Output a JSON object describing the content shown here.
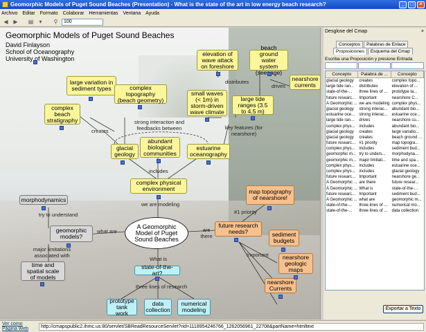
{
  "window": {
    "title": "Geomorphic Models of Puget Sound Beaches (Presentation) - What is the state of the art in low energy beach research?"
  },
  "menu": [
    "Archivo",
    "Editar",
    "Formato",
    "Colaborar",
    "Herramientas",
    "Ventana",
    "Ayuda"
  ],
  "toolbar": {
    "zoom": "100"
  },
  "map": {
    "title": "Geomorphic Models of Puget Sound Beaches",
    "author": [
      "David Finlayson",
      "School of Oceanography",
      "University of Washington"
    ],
    "nodes": {
      "sediment": "large variation in sediment types",
      "topography": "complex topography (beach geometry)",
      "stratigraphy": "complex beach stratigraphy",
      "glacial": "glacial geology",
      "biological": "abundant biological communities",
      "estuarine": "estuarine oceanography",
      "elevation": "elevation of wave attack on foreshore",
      "groundwater": "beach ground water system (seepage)",
      "currents_top": "nearshore currents",
      "small_waves": "small waves (< 1m) in storm-driven wave climate",
      "tide": "large tide ranges (3.5 to 4.5 m)",
      "physical": "complex physical environment",
      "morpho": "morphodynamics",
      "models": "geomorphic models?",
      "scale": "time and spatial scale of models",
      "central": "A Geomorphic Model of Puget Sound Beaches",
      "map_topo": "map topography of nearshore!",
      "research": "future research needs?",
      "sediment_budgets": "sediment budgets",
      "geologic_maps": "nearshore geologic maps",
      "currents_bottom": "nearshore Currents",
      "state": "state-of-the-art?",
      "tank": "prototype tank work",
      "data": "data collection",
      "numerical": "numerical modeling"
    },
    "links": {
      "distributes": "distributes",
      "drives": "drives",
      "creates": "creates",
      "interaction": "strong interaction and feedbacks between",
      "key": "key features (for nearshore)",
      "includes": "includes",
      "modeling": "we are modeling",
      "understand": "try to understand",
      "what_are": "what are",
      "limitations": "major limitations associated with",
      "are_there": "are there",
      "priority": "#1 priority",
      "important": "Important",
      "what_is": "What is",
      "three_lines": "three lines of research"
    }
  },
  "panel": {
    "title": "Desglose del Cmap",
    "tabs_top": [
      "Conceptos",
      "Palabras de Enlace"
    ],
    "tabs_bottom": [
      "Proposiciones",
      "Esquema del Cmap"
    ],
    "prop_label": "Escriba una Proposición y presione Entrada",
    "columns": [
      "Concepto",
      "Palabra de ...",
      "Concepto"
    ],
    "rows": [
      [
        "glacial geology",
        "creates",
        "complex topo..."
      ],
      [
        "large tide ran...",
        "distributes",
        "elevation of ..."
      ],
      [
        "state-of-the-...",
        "three lines of ...",
        "prototype ta..."
      ],
      [
        "future researc...",
        "Important",
        "nearshore C..."
      ],
      [
        "A Geomorphic ...",
        "we are modeling",
        "complex phys..."
      ],
      [
        "glacial geology",
        "strong interac...",
        "abundant bio..."
      ],
      [
        "estuarine oce...",
        "strong interac...",
        "estuarine oce..."
      ],
      [
        "large tide ran...",
        "drives",
        "nearshore cu..."
      ],
      [
        "complex phys...",
        "includes",
        "abundant bio..."
      ],
      [
        "glacial geology",
        "creates",
        "large variatio..."
      ],
      [
        "glacial geology",
        "creates",
        "beach ground ..."
      ],
      [
        "future researc...",
        "#1 priority",
        "map topogra..."
      ],
      [
        "complex phys...",
        "includes",
        "sediment bud..."
      ],
      [
        "geomorphic m...",
        "try to unders...",
        "morphodyna..."
      ],
      [
        "geomorphic m...",
        "major limitati...",
        "time and spa..."
      ],
      [
        "complex phys...",
        "includes",
        "estuarine oce..."
      ],
      [
        "complex phys...",
        "includes",
        "glacial geology"
      ],
      [
        "future researc...",
        "Important",
        "nearshore ge..."
      ],
      [
        "A Geomorphic ...",
        "are there",
        "future resear..."
      ],
      [
        "A Geomorphic ...",
        "What is",
        "state-of-the-..."
      ],
      [
        "future researc...",
        "Important",
        "sediment bud..."
      ],
      [
        "A Geomorphic ...",
        "what are",
        "geomorphic m..."
      ],
      [
        "state-of-the-...",
        "three lines of ...",
        "numerical mo..."
      ],
      [
        "state-of-the-...",
        "three lines of ...",
        "data collection"
      ]
    ],
    "export_label": "Exportar a Texto"
  },
  "status": {
    "web_label": "Ver como Página Web",
    "url": "http://cmapspublic2.ihmc.us:80/servlet/SBReadResourceServlet?rid=1118954246766_1262056961_22708&partName=htmltext"
  }
}
